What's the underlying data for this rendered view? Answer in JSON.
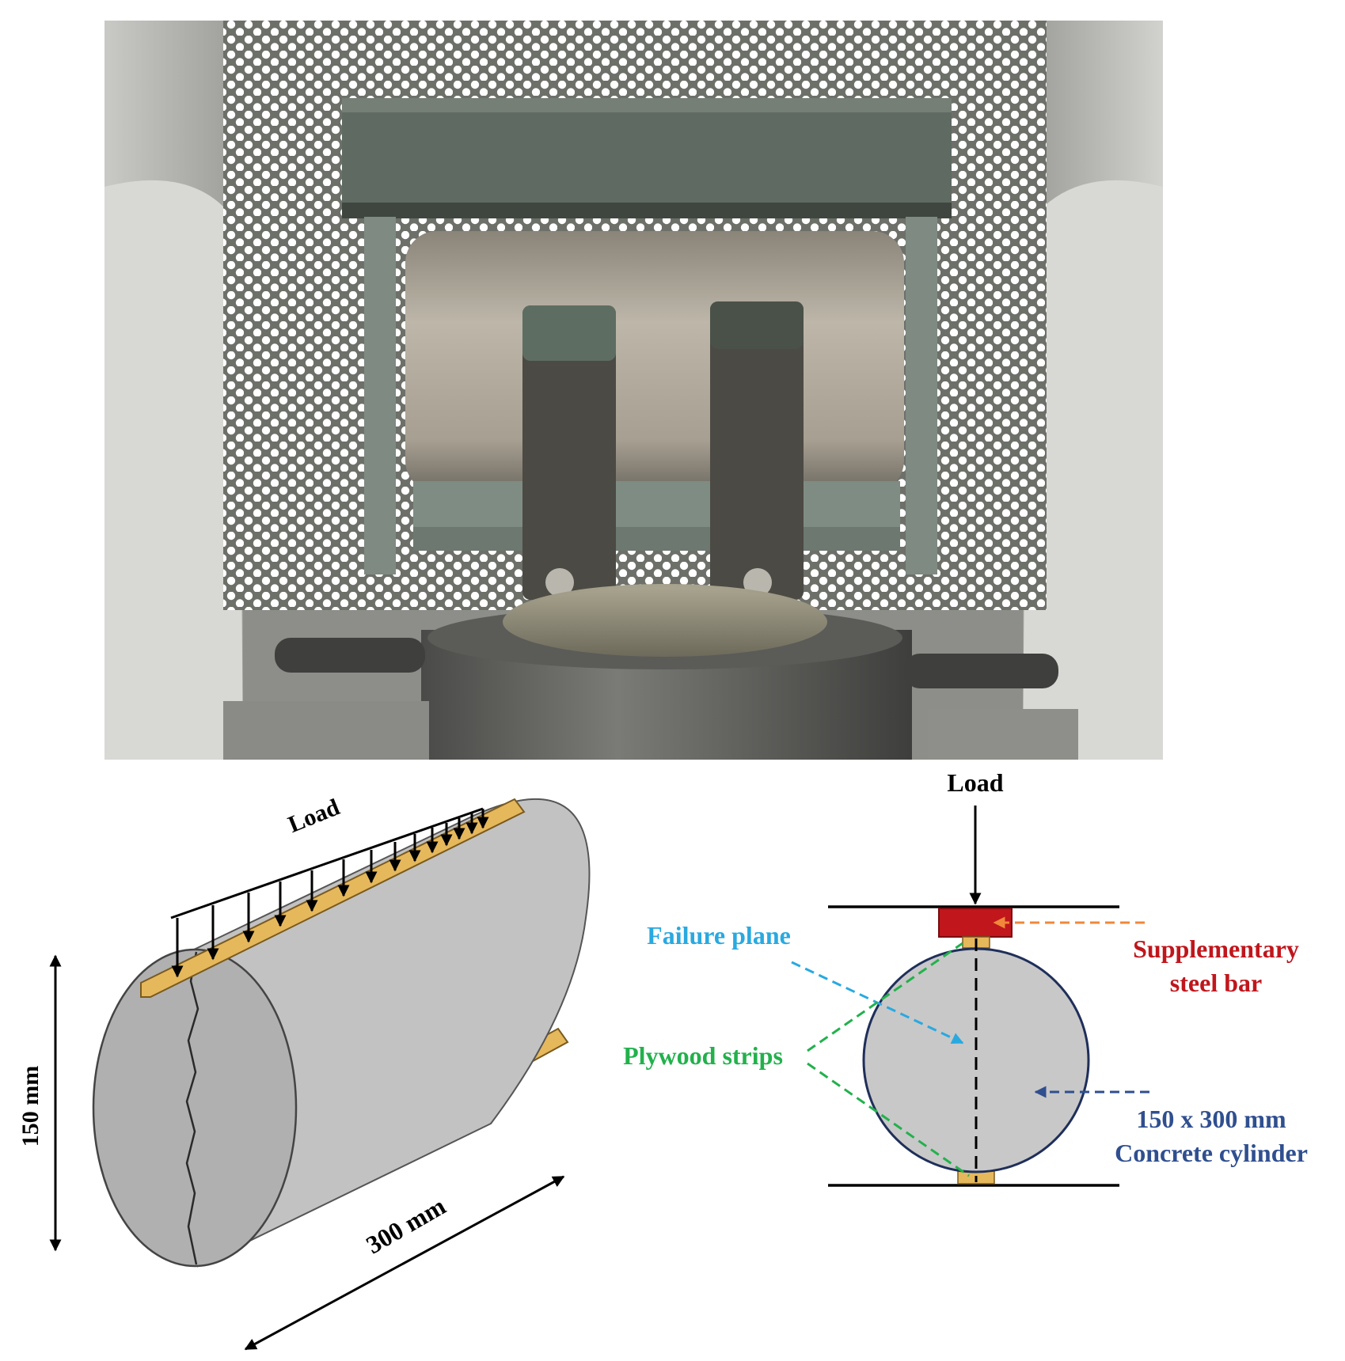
{
  "iso_view": {
    "load_label": "Load",
    "height_label": "150 mm",
    "length_label": "300 mm"
  },
  "section_view": {
    "load_label": "Load",
    "failure_plane_label": "Failure plane",
    "plywood_label": "Plywood strips",
    "steel_bar_label_line1": "Supplementary",
    "steel_bar_label_line2": "steel bar",
    "cylinder_label_line1": "150 x 300 mm",
    "cylinder_label_line2": "Concrete cylinder"
  },
  "colors": {
    "failure_plane": "#29a9e0",
    "plywood": "#22b14c",
    "steel_bar": "#c0161c",
    "steel_bar_arrow": "#f0883a",
    "cylinder_label": "#2f4f8f",
    "concrete": "#c8c8c8",
    "wood": "#e6b85c"
  }
}
